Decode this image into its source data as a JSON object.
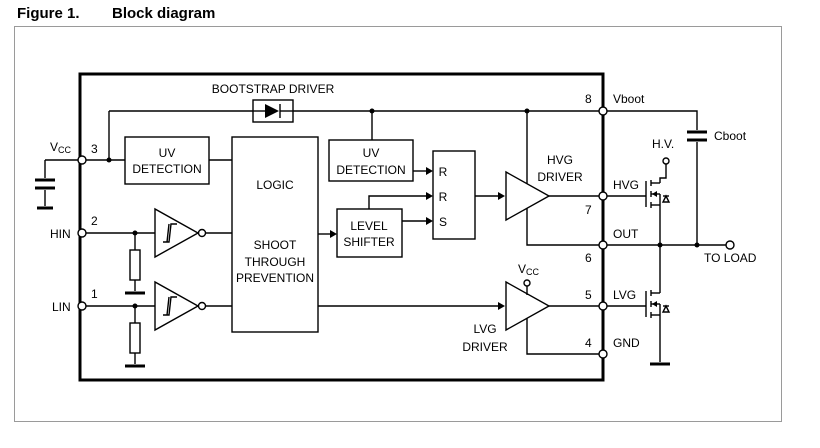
{
  "figure": {
    "number": "Figure 1.",
    "title": "Block diagram"
  },
  "blocks": {
    "bootstrap_driver": "BOOTSTRAP DRIVER",
    "uv_detection_1": [
      "UV",
      "DETECTION"
    ],
    "uv_detection_2": [
      "UV",
      "DETECTION"
    ],
    "logic": "LOGIC",
    "shoot_through": [
      "SHOOT",
      "THROUGH",
      "PREVENTION"
    ],
    "level_shifter": [
      "LEVEL",
      "SHIFTER"
    ],
    "latch": [
      "R",
      "R",
      "S"
    ],
    "hvg_driver": [
      "HVG",
      "DRIVER"
    ],
    "lvg_driver": [
      "LVG",
      "DRIVER"
    ]
  },
  "pins": {
    "vcc": {
      "number": "3",
      "label": "V",
      "sub": "CC"
    },
    "hin": {
      "number": "2",
      "label": "HIN"
    },
    "lin": {
      "number": "1",
      "label": "LIN"
    },
    "vboot": {
      "number": "8",
      "label": "Vboot"
    },
    "hvg": {
      "number": "7",
      "label": "HVG"
    },
    "out": {
      "number": "6",
      "label": "OUT"
    },
    "lvg": {
      "number": "5",
      "label": "LVG"
    },
    "gnd": {
      "number": "4",
      "label": "GND"
    }
  },
  "external": {
    "cboot": "Cboot",
    "hv": "H.V.",
    "to_load": "TO LOAD",
    "vcc_internal": {
      "label": "V",
      "sub": "CC"
    }
  },
  "colors": {
    "line": "#000000",
    "frame": "#9a9a9a",
    "background": "#ffffff"
  }
}
